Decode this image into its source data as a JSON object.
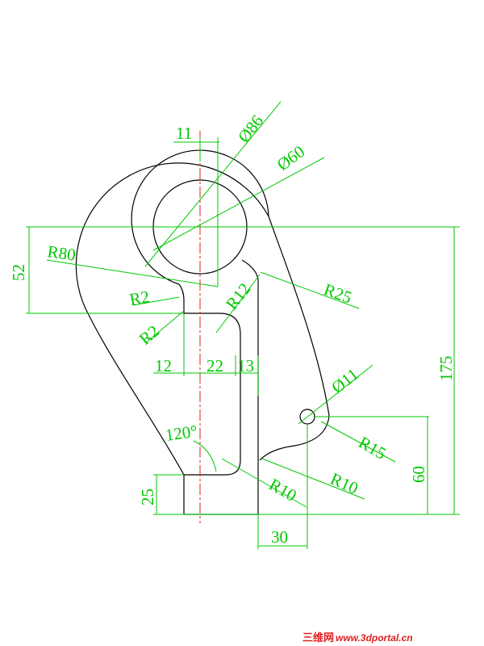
{
  "drawing": {
    "colors": {
      "geometry": "#000000",
      "centerline": "#e02020",
      "dimension": "#00c800",
      "watermark": "#e02020"
    },
    "dimensions": {
      "dia86": "Ø86",
      "dia60": "Ø60",
      "width11": "11",
      "r80": "R80",
      "r2_upper": "R2",
      "r2_lower": "R2",
      "r12": "R12",
      "r25": "R25",
      "w12": "12",
      "w22": "22",
      "w13": "13",
      "h52": "52",
      "h175": "175",
      "dia11": "Ø11",
      "r15": "R15",
      "h60": "60",
      "angle120": "120°",
      "h25": "25",
      "r10_left": "R10",
      "r10_right": "R10",
      "w30": "30"
    },
    "watermark": {
      "site_cn": "三维网",
      "url": "www.3dportal.cn"
    }
  }
}
